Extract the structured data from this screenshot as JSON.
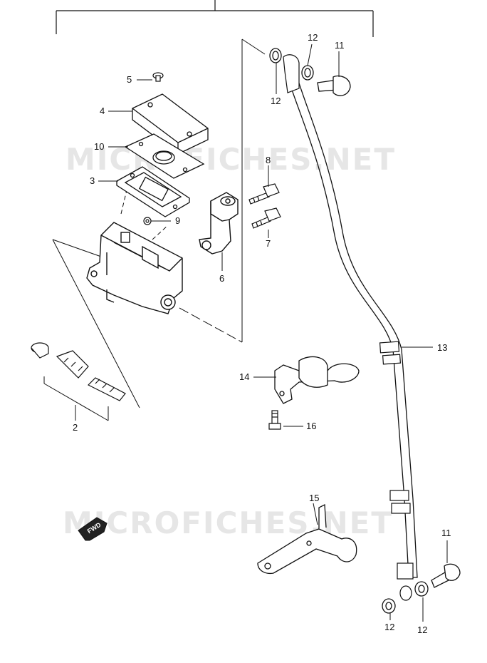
{
  "watermark": {
    "text_top": "MICROFICHES.NET",
    "text_bottom": "MICROFICHES.NET"
  },
  "fwd_badge": {
    "text": "FWD"
  },
  "callouts": [
    {
      "id": "c5",
      "text": "5"
    },
    {
      "id": "c4",
      "text": "4"
    },
    {
      "id": "c10",
      "text": "10"
    },
    {
      "id": "c3",
      "text": "3"
    },
    {
      "id": "c9",
      "text": "9"
    },
    {
      "id": "c8",
      "text": "8"
    },
    {
      "id": "c7",
      "text": "7"
    },
    {
      "id": "c6",
      "text": "6"
    },
    {
      "id": "c2",
      "text": "2"
    },
    {
      "id": "c12a",
      "text": "12"
    },
    {
      "id": "c11a",
      "text": "11"
    },
    {
      "id": "c12b",
      "text": "12"
    },
    {
      "id": "c13",
      "text": "13"
    },
    {
      "id": "c14",
      "text": "14"
    },
    {
      "id": "c16",
      "text": "16"
    },
    {
      "id": "c15",
      "text": "15"
    },
    {
      "id": "c11b",
      "text": "11"
    },
    {
      "id": "c12c",
      "text": "12"
    },
    {
      "id": "c12d",
      "text": "12"
    }
  ]
}
